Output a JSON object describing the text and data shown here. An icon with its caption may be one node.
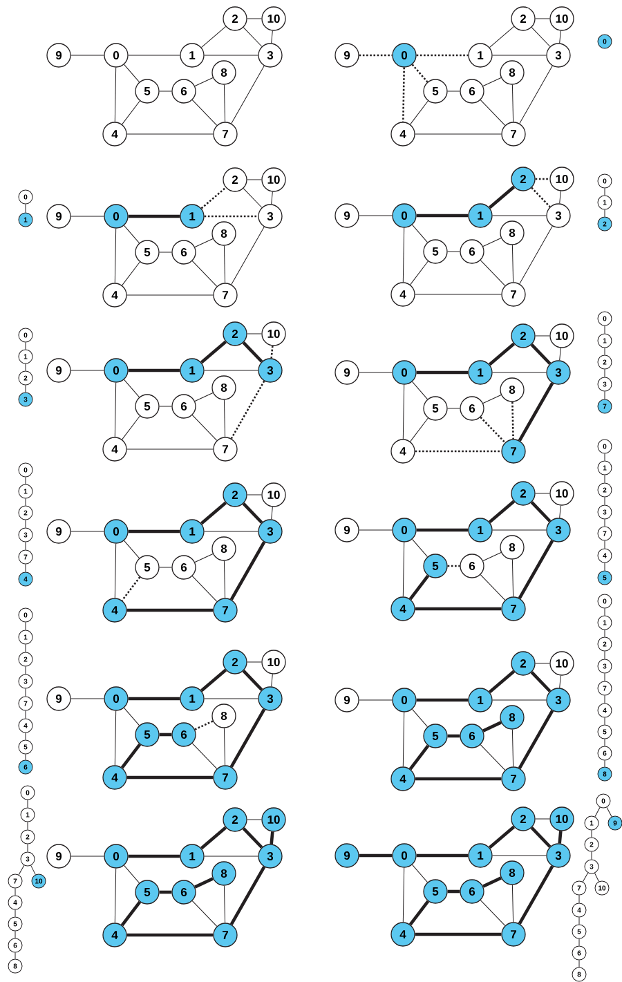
{
  "diagram": {
    "nodes": [
      {
        "text": [
          "2"
        ]
      },
      {
        "text": [
          "10"
        ]
      },
      {
        "text": [
          "9"
        ]
      },
      {
        "text": [
          "0"
        ]
      },
      {
        "text": [
          "1"
        ]
      },
      {
        "text": [
          "3"
        ]
      },
      {
        "text": [
          "8"
        ]
      },
      {
        "text": [
          "5"
        ]
      },
      {
        "text": [
          "6"
        ]
      },
      {
        "text": [
          "4"
        ]
      },
      {
        "text": [
          "7"
        ]
      },
      {
        "text": [
          "2"
        ]
      },
      {
        "text": [
          "10"
        ]
      },
      {
        "text": [
          "9"
        ]
      },
      {
        "text": [
          "0"
        ]
      },
      {
        "text": [
          "1"
        ]
      },
      {
        "text": [
          "3"
        ]
      },
      {
        "text": [
          "8"
        ]
      },
      {
        "text": [
          "5"
        ]
      },
      {
        "text": [
          "6"
        ]
      },
      {
        "text": [
          "4"
        ]
      },
      {
        "text": [
          "7"
        ]
      },
      {
        "text": [
          "0"
        ]
      },
      {
        "text": [
          "2"
        ]
      },
      {
        "text": [
          "10"
        ]
      },
      {
        "text": [
          "9"
        ]
      },
      {
        "text": [
          "0"
        ]
      },
      {
        "text": [
          "1"
        ]
      },
      {
        "text": [
          "3"
        ]
      },
      {
        "text": [
          "8"
        ]
      },
      {
        "text": [
          "5"
        ]
      },
      {
        "text": [
          "6"
        ]
      },
      {
        "text": [
          "4"
        ]
      },
      {
        "text": [
          "7"
        ]
      },
      {
        "text": [
          "0"
        ]
      },
      {
        "text": [
          "1"
        ]
      },
      {
        "text": [
          "2"
        ]
      },
      {
        "text": [
          "10"
        ]
      },
      {
        "text": [
          "9"
        ]
      },
      {
        "text": [
          "0"
        ]
      },
      {
        "text": [
          "1"
        ]
      },
      {
        "text": [
          "3"
        ]
      },
      {
        "text": [
          "8"
        ]
      },
      {
        "text": [
          "5"
        ]
      },
      {
        "text": [
          "6"
        ]
      },
      {
        "text": [
          "4"
        ]
      },
      {
        "text": [
          "7"
        ]
      },
      {
        "text": [
          "0"
        ]
      },
      {
        "text": [
          "1"
        ]
      },
      {
        "text": [
          "2"
        ]
      },
      {
        "text": [
          "2"
        ]
      },
      {
        "text": [
          "10"
        ]
      },
      {
        "text": [
          "9"
        ]
      },
      {
        "text": [
          "0"
        ]
      },
      {
        "text": [
          "1"
        ]
      },
      {
        "text": [
          "3"
        ]
      },
      {
        "text": [
          "8"
        ]
      },
      {
        "text": [
          "5"
        ]
      },
      {
        "text": [
          "6"
        ]
      },
      {
        "text": [
          "4"
        ]
      },
      {
        "text": [
          "7"
        ]
      },
      {
        "text": [
          "0"
        ]
      },
      {
        "text": [
          "1"
        ]
      },
      {
        "text": [
          "2"
        ]
      },
      {
        "text": [
          "3"
        ]
      },
      {
        "text": [
          "2"
        ]
      },
      {
        "text": [
          "10"
        ]
      },
      {
        "text": [
          "9"
        ]
      },
      {
        "text": [
          "0"
        ]
      },
      {
        "text": [
          "1"
        ]
      },
      {
        "text": [
          "3"
        ]
      },
      {
        "text": [
          "8"
        ]
      },
      {
        "text": [
          "5"
        ]
      },
      {
        "text": [
          "6"
        ]
      },
      {
        "text": [
          "4"
        ]
      },
      {
        "text": [
          "7"
        ]
      },
      {
        "text": [
          "0"
        ]
      },
      {
        "text": [
          "1"
        ]
      },
      {
        "text": [
          "2"
        ]
      },
      {
        "text": [
          "3"
        ]
      },
      {
        "text": [
          "7"
        ]
      },
      {
        "text": [
          "2"
        ]
      },
      {
        "text": [
          "10"
        ]
      },
      {
        "text": [
          "9"
        ]
      },
      {
        "text": [
          "0"
        ]
      },
      {
        "text": [
          "1"
        ]
      },
      {
        "text": [
          "3"
        ]
      },
      {
        "text": [
          "8"
        ]
      },
      {
        "text": [
          "5"
        ]
      },
      {
        "text": [
          "6"
        ]
      },
      {
        "text": [
          "4"
        ]
      },
      {
        "text": [
          "7"
        ]
      },
      {
        "text": [
          "0"
        ]
      },
      {
        "text": [
          "1"
        ]
      },
      {
        "text": [
          "2"
        ]
      },
      {
        "text": [
          "3"
        ]
      },
      {
        "text": [
          "7"
        ]
      },
      {
        "text": [
          "4"
        ]
      },
      {
        "text": [
          "2"
        ]
      },
      {
        "text": [
          "10"
        ]
      },
      {
        "text": [
          "9"
        ]
      },
      {
        "text": [
          "0"
        ]
      },
      {
        "text": [
          "1"
        ]
      },
      {
        "text": [
          "3"
        ]
      },
      {
        "text": [
          "8"
        ]
      },
      {
        "text": [
          "5"
        ]
      },
      {
        "text": [
          "6"
        ]
      },
      {
        "text": [
          "4"
        ]
      },
      {
        "text": [
          "7"
        ]
      },
      {
        "text": [
          "0"
        ]
      },
      {
        "text": [
          "1"
        ]
      },
      {
        "text": [
          "2"
        ]
      },
      {
        "text": [
          "3"
        ]
      },
      {
        "text": [
          "7"
        ]
      },
      {
        "text": [
          "4"
        ]
      },
      {
        "text": [
          "5"
        ]
      },
      {
        "text": [
          "2"
        ]
      },
      {
        "text": [
          "10"
        ]
      },
      {
        "text": [
          "9"
        ]
      },
      {
        "text": [
          "0"
        ]
      },
      {
        "text": [
          "1"
        ]
      },
      {
        "text": [
          "3"
        ]
      },
      {
        "text": [
          "8"
        ]
      },
      {
        "text": [
          "5"
        ]
      },
      {
        "text": [
          "6"
        ]
      },
      {
        "text": [
          "4"
        ]
      },
      {
        "text": [
          "7"
        ]
      },
      {
        "text": [
          "0"
        ]
      },
      {
        "text": [
          "1"
        ]
      },
      {
        "text": [
          "2"
        ]
      },
      {
        "text": [
          "3"
        ]
      },
      {
        "text": [
          "7"
        ]
      },
      {
        "text": [
          "4"
        ]
      },
      {
        "text": [
          "5"
        ]
      },
      {
        "text": [
          "6"
        ]
      },
      {
        "text": [
          "2"
        ]
      },
      {
        "text": [
          "10"
        ]
      },
      {
        "text": [
          "9"
        ]
      },
      {
        "text": [
          "0"
        ]
      },
      {
        "text": [
          "1"
        ]
      },
      {
        "text": [
          "3"
        ]
      },
      {
        "text": [
          "8"
        ]
      },
      {
        "text": [
          "5"
        ]
      },
      {
        "text": [
          "6"
        ]
      },
      {
        "text": [
          "4"
        ]
      },
      {
        "text": [
          "7"
        ]
      },
      {
        "text": [
          "0"
        ]
      },
      {
        "text": [
          "1"
        ]
      },
      {
        "text": [
          "2"
        ]
      },
      {
        "text": [
          "3"
        ]
      },
      {
        "text": [
          "7"
        ]
      },
      {
        "text": [
          "4"
        ]
      },
      {
        "text": [
          "5"
        ]
      },
      {
        "text": [
          "6"
        ]
      },
      {
        "text": [
          "8"
        ]
      },
      {
        "text": [
          "2"
        ]
      },
      {
        "text": [
          "10"
        ]
      },
      {
        "text": [
          "9"
        ]
      },
      {
        "text": [
          "0"
        ]
      },
      {
        "text": [
          "1"
        ]
      },
      {
        "text": [
          "3"
        ]
      },
      {
        "text": [
          "8"
        ]
      },
      {
        "text": [
          "5"
        ]
      },
      {
        "text": [
          "6"
        ]
      },
      {
        "text": [
          "4"
        ]
      },
      {
        "text": [
          "7"
        ]
      },
      {
        "text": [
          "0"
        ]
      },
      {
        "text": [
          "1"
        ]
      },
      {
        "text": [
          "2"
        ]
      },
      {
        "text": [
          "3"
        ]
      },
      {
        "text": [
          "7"
        ]
      },
      {
        "text": [
          "10"
        ]
      },
      {
        "text": [
          "4"
        ]
      },
      {
        "text": [
          "5"
        ]
      },
      {
        "text": [
          "6"
        ]
      },
      {
        "text": [
          "8"
        ]
      },
      {
        "text": [
          "2"
        ]
      },
      {
        "text": [
          "10"
        ]
      },
      {
        "text": [
          "9"
        ]
      },
      {
        "text": [
          "0"
        ]
      },
      {
        "text": [
          "1"
        ]
      },
      {
        "text": [
          "3"
        ]
      },
      {
        "text": [
          "8"
        ]
      },
      {
        "text": [
          "5"
        ]
      },
      {
        "text": [
          "6"
        ]
      },
      {
        "text": [
          "4"
        ]
      },
      {
        "text": [
          "7"
        ]
      },
      {
        "text": [
          "0"
        ]
      },
      {
        "text": [
          "1"
        ]
      },
      {
        "text": [
          "9"
        ]
      },
      {
        "text": [
          "2"
        ]
      },
      {
        "text": [
          "3"
        ]
      },
      {
        "text": [
          "7"
        ]
      },
      {
        "text": [
          "10"
        ]
      },
      {
        "text": [
          "4"
        ]
      },
      {
        "text": [
          "5"
        ]
      },
      {
        "text": [
          "6"
        ]
      },
      {
        "text": [
          "8"
        ]
      }
    ],
    "edges": [
      {
        "from": 2,
        "to": 3,
        "arrow": "none"
      },
      {
        "from": 3,
        "to": 4,
        "arrow": "none"
      },
      {
        "from": 3,
        "to": 7,
        "arrow": "none"
      },
      {
        "from": 3,
        "to": 9,
        "arrow": "none"
      },
      {
        "from": 4,
        "to": 0,
        "arrow": "none"
      },
      {
        "from": 4,
        "to": 5,
        "arrow": "none"
      },
      {
        "from": 0,
        "to": 1,
        "arrow": "none"
      },
      {
        "from": 0,
        "to": 5,
        "arrow": "none"
      },
      {
        "from": 1,
        "to": 5,
        "arrow": "none"
      },
      {
        "from": 5,
        "to": 10,
        "arrow": "none"
      },
      {
        "from": 7,
        "to": 8,
        "arrow": "none"
      },
      {
        "from": 7,
        "to": 9,
        "arrow": "none"
      },
      {
        "from": 8,
        "to": 6,
        "arrow": "none"
      },
      {
        "from": 8,
        "to": 10,
        "arrow": "none"
      },
      {
        "from": 6,
        "to": 10,
        "arrow": "none"
      },
      {
        "from": 9,
        "to": 10,
        "arrow": "none"
      },
      {
        "from": 13,
        "to": 14,
        "arrow": "none",
        "style": "dashed"
      },
      {
        "from": 14,
        "to": 15,
        "arrow": "none",
        "style": "dashed"
      },
      {
        "from": 14,
        "to": 18,
        "arrow": "none",
        "style": "dashed"
      },
      {
        "from": 14,
        "to": 20,
        "arrow": "none",
        "style": "dashed"
      },
      {
        "from": 15,
        "to": 11,
        "arrow": "none"
      },
      {
        "from": 15,
        "to": 16,
        "arrow": "none"
      },
      {
        "from": 11,
        "to": 12,
        "arrow": "none"
      },
      {
        "from": 11,
        "to": 16,
        "arrow": "none"
      },
      {
        "from": 12,
        "to": 16,
        "arrow": "none"
      },
      {
        "from": 16,
        "to": 21,
        "arrow": "none"
      },
      {
        "from": 18,
        "to": 19,
        "arrow": "none"
      },
      {
        "from": 18,
        "to": 20,
        "arrow": "none"
      },
      {
        "from": 19,
        "to": 17,
        "arrow": "none"
      },
      {
        "from": 19,
        "to": 21,
        "arrow": "none"
      },
      {
        "from": 17,
        "to": 21,
        "arrow": "none"
      },
      {
        "from": 20,
        "to": 21,
        "arrow": "none"
      },
      {
        "from": 25,
        "to": 26,
        "arrow": "none"
      },
      {
        "from": 26,
        "to": 27,
        "arrow": "none",
        "style": "thick"
      },
      {
        "from": 26,
        "to": 30,
        "arrow": "none"
      },
      {
        "from": 26,
        "to": 32,
        "arrow": "none"
      },
      {
        "from": 27,
        "to": 23,
        "arrow": "none",
        "style": "dashed"
      },
      {
        "from": 27,
        "to": 28,
        "arrow": "none",
        "style": "dashed"
      },
      {
        "from": 23,
        "to": 24,
        "arrow": "none"
      },
      {
        "from": 23,
        "to": 28,
        "arrow": "none"
      },
      {
        "from": 24,
        "to": 28,
        "arrow": "none"
      },
      {
        "from": 28,
        "to": 33,
        "arrow": "none"
      },
      {
        "from": 30,
        "to": 31,
        "arrow": "none"
      },
      {
        "from": 30,
        "to": 32,
        "arrow": "none"
      },
      {
        "from": 31,
        "to": 29,
        "arrow": "none"
      },
      {
        "from": 31,
        "to": 33,
        "arrow": "none"
      },
      {
        "from": 29,
        "to": 33,
        "arrow": "none"
      },
      {
        "from": 32,
        "to": 33,
        "arrow": "none"
      },
      {
        "from": 38,
        "to": 39,
        "arrow": "none"
      },
      {
        "from": 39,
        "to": 40,
        "arrow": "none",
        "style": "thick"
      },
      {
        "from": 39,
        "to": 43,
        "arrow": "none"
      },
      {
        "from": 39,
        "to": 45,
        "arrow": "none"
      },
      {
        "from": 40,
        "to": 36,
        "arrow": "none",
        "style": "thick"
      },
      {
        "from": 40,
        "to": 41,
        "arrow": "none"
      },
      {
        "from": 36,
        "to": 37,
        "arrow": "none",
        "style": "dashed"
      },
      {
        "from": 36,
        "to": 41,
        "arrow": "none",
        "style": "dashed"
      },
      {
        "from": 37,
        "to": 41,
        "arrow": "none"
      },
      {
        "from": 41,
        "to": 46,
        "arrow": "none"
      },
      {
        "from": 43,
        "to": 44,
        "arrow": "none"
      },
      {
        "from": 43,
        "to": 45,
        "arrow": "none"
      },
      {
        "from": 44,
        "to": 42,
        "arrow": "none"
      },
      {
        "from": 44,
        "to": 46,
        "arrow": "none"
      },
      {
        "from": 42,
        "to": 46,
        "arrow": "none"
      },
      {
        "from": 45,
        "to": 46,
        "arrow": "none"
      },
      {
        "from": 52,
        "to": 53,
        "arrow": "none"
      },
      {
        "from": 53,
        "to": 54,
        "arrow": "none",
        "style": "thick"
      },
      {
        "from": 53,
        "to": 57,
        "arrow": "none"
      },
      {
        "from": 53,
        "to": 59,
        "arrow": "none"
      },
      {
        "from": 54,
        "to": 50,
        "arrow": "none",
        "style": "thick"
      },
      {
        "from": 54,
        "to": 55,
        "arrow": "none"
      },
      {
        "from": 50,
        "to": 51,
        "arrow": "none"
      },
      {
        "from": 50,
        "to": 55,
        "arrow": "none",
        "style": "thick"
      },
      {
        "from": 51,
        "to": 55,
        "arrow": "none",
        "style": "dashed"
      },
      {
        "from": 55,
        "to": 60,
        "arrow": "none",
        "style": "dashed"
      },
      {
        "from": 57,
        "to": 58,
        "arrow": "none"
      },
      {
        "from": 57,
        "to": 59,
        "arrow": "none"
      },
      {
        "from": 58,
        "to": 56,
        "arrow": "none"
      },
      {
        "from": 58,
        "to": 60,
        "arrow": "none"
      },
      {
        "from": 56,
        "to": 60,
        "arrow": "none"
      },
      {
        "from": 59,
        "to": 60,
        "arrow": "none"
      },
      {
        "from": 67,
        "to": 68,
        "arrow": "none"
      },
      {
        "from": 68,
        "to": 69,
        "arrow": "none",
        "style": "thick"
      },
      {
        "from": 68,
        "to": 72,
        "arrow": "none"
      },
      {
        "from": 68,
        "to": 74,
        "arrow": "none"
      },
      {
        "from": 69,
        "to": 65,
        "arrow": "none",
        "style": "thick"
      },
      {
        "from": 69,
        "to": 70,
        "arrow": "none"
      },
      {
        "from": 65,
        "to": 66,
        "arrow": "none"
      },
      {
        "from": 65,
        "to": 70,
        "arrow": "none",
        "style": "thick"
      },
      {
        "from": 66,
        "to": 70,
        "arrow": "none"
      },
      {
        "from": 70,
        "to": 75,
        "arrow": "none",
        "style": "thick"
      },
      {
        "from": 72,
        "to": 73,
        "arrow": "none"
      },
      {
        "from": 72,
        "to": 74,
        "arrow": "none"
      },
      {
        "from": 73,
        "to": 71,
        "arrow": "none"
      },
      {
        "from": 73,
        "to": 75,
        "arrow": "none",
        "style": "dashed"
      },
      {
        "from": 71,
        "to": 75,
        "arrow": "none",
        "style": "dashed"
      },
      {
        "from": 74,
        "to": 75,
        "arrow": "none",
        "style": "dashed"
      },
      {
        "from": 83,
        "to": 84,
        "arrow": "none"
      },
      {
        "from": 84,
        "to": 85,
        "arrow": "none",
        "style": "thick"
      },
      {
        "from": 84,
        "to": 88,
        "arrow": "none"
      },
      {
        "from": 84,
        "to": 90,
        "arrow": "none"
      },
      {
        "from": 85,
        "to": 81,
        "arrow": "none",
        "style": "thick"
      },
      {
        "from": 85,
        "to": 86,
        "arrow": "none"
      },
      {
        "from": 81,
        "to": 82,
        "arrow": "none"
      },
      {
        "from": 81,
        "to": 86,
        "arrow": "none",
        "style": "thick"
      },
      {
        "from": 82,
        "to": 86,
        "arrow": "none"
      },
      {
        "from": 86,
        "to": 91,
        "arrow": "none",
        "style": "thick"
      },
      {
        "from": 88,
        "to": 89,
        "arrow": "none"
      },
      {
        "from": 88,
        "to": 90,
        "arrow": "none",
        "style": "dashed"
      },
      {
        "from": 89,
        "to": 87,
        "arrow": "none"
      },
      {
        "from": 89,
        "to": 91,
        "arrow": "none"
      },
      {
        "from": 87,
        "to": 91,
        "arrow": "none"
      },
      {
        "from": 90,
        "to": 91,
        "arrow": "none",
        "style": "thick"
      },
      {
        "from": 100,
        "to": 101,
        "arrow": "none"
      },
      {
        "from": 101,
        "to": 102,
        "arrow": "none",
        "style": "thick"
      },
      {
        "from": 101,
        "to": 105,
        "arrow": "none"
      },
      {
        "from": 101,
        "to": 107,
        "arrow": "none"
      },
      {
        "from": 102,
        "to": 98,
        "arrow": "none",
        "style": "thick"
      },
      {
        "from": 102,
        "to": 103,
        "arrow": "none"
      },
      {
        "from": 98,
        "to": 99,
        "arrow": "none"
      },
      {
        "from": 98,
        "to": 103,
        "arrow": "none",
        "style": "thick"
      },
      {
        "from": 99,
        "to": 103,
        "arrow": "none"
      },
      {
        "from": 103,
        "to": 108,
        "arrow": "none",
        "style": "thick"
      },
      {
        "from": 105,
        "to": 106,
        "arrow": "none",
        "style": "dashed"
      },
      {
        "from": 105,
        "to": 107,
        "arrow": "none",
        "style": "thick"
      },
      {
        "from": 106,
        "to": 104,
        "arrow": "none"
      },
      {
        "from": 106,
        "to": 108,
        "arrow": "none"
      },
      {
        "from": 104,
        "to": 108,
        "arrow": "none"
      },
      {
        "from": 107,
        "to": 108,
        "arrow": "none",
        "style": "thick"
      },
      {
        "from": 118,
        "to": 119,
        "arrow": "none"
      },
      {
        "from": 119,
        "to": 120,
        "arrow": "none",
        "style": "thick"
      },
      {
        "from": 119,
        "to": 123,
        "arrow": "none"
      },
      {
        "from": 119,
        "to": 125,
        "arrow": "none"
      },
      {
        "from": 120,
        "to": 116,
        "arrow": "none",
        "style": "thick"
      },
      {
        "from": 120,
        "to": 121,
        "arrow": "none"
      },
      {
        "from": 116,
        "to": 117,
        "arrow": "none"
      },
      {
        "from": 116,
        "to": 121,
        "arrow": "none",
        "style": "thick"
      },
      {
        "from": 117,
        "to": 121,
        "arrow": "none"
      },
      {
        "from": 121,
        "to": 126,
        "arrow": "none",
        "style": "thick"
      },
      {
        "from": 123,
        "to": 124,
        "arrow": "none",
        "style": "thick"
      },
      {
        "from": 123,
        "to": 125,
        "arrow": "none",
        "style": "thick"
      },
      {
        "from": 124,
        "to": 122,
        "arrow": "none",
        "style": "dashed"
      },
      {
        "from": 124,
        "to": 126,
        "arrow": "none"
      },
      {
        "from": 122,
        "to": 126,
        "arrow": "none"
      },
      {
        "from": 125,
        "to": 126,
        "arrow": "none",
        "style": "thick"
      },
      {
        "from": 137,
        "to": 138,
        "arrow": "none"
      },
      {
        "from": 138,
        "to": 139,
        "arrow": "none",
        "style": "thick"
      },
      {
        "from": 138,
        "to": 142,
        "arrow": "none"
      },
      {
        "from": 138,
        "to": 144,
        "arrow": "none"
      },
      {
        "from": 139,
        "to": 135,
        "arrow": "none",
        "style": "thick"
      },
      {
        "from": 139,
        "to": 140,
        "arrow": "none"
      },
      {
        "from": 135,
        "to": 136,
        "arrow": "none"
      },
      {
        "from": 135,
        "to": 140,
        "arrow": "none",
        "style": "thick"
      },
      {
        "from": 136,
        "to": 140,
        "arrow": "none"
      },
      {
        "from": 140,
        "to": 145,
        "arrow": "none",
        "style": "thick"
      },
      {
        "from": 142,
        "to": 143,
        "arrow": "none",
        "style": "thick"
      },
      {
        "from": 142,
        "to": 144,
        "arrow": "none",
        "style": "thick"
      },
      {
        "from": 143,
        "to": 141,
        "arrow": "none",
        "style": "thick"
      },
      {
        "from": 143,
        "to": 145,
        "arrow": "none"
      },
      {
        "from": 141,
        "to": 145,
        "arrow": "none"
      },
      {
        "from": 144,
        "to": 145,
        "arrow": "none",
        "style": "thick"
      },
      {
        "from": 157,
        "to": 158,
        "arrow": "none"
      },
      {
        "from": 158,
        "to": 159,
        "arrow": "none",
        "style": "thick"
      },
      {
        "from": 158,
        "to": 162,
        "arrow": "none"
      },
      {
        "from": 158,
        "to": 164,
        "arrow": "none"
      },
      {
        "from": 159,
        "to": 155,
        "arrow": "none",
        "style": "thick"
      },
      {
        "from": 159,
        "to": 160,
        "arrow": "none"
      },
      {
        "from": 155,
        "to": 156,
        "arrow": "none"
      },
      {
        "from": 155,
        "to": 160,
        "arrow": "none",
        "style": "thick"
      },
      {
        "from": 156,
        "to": 160,
        "arrow": "none",
        "style": "thick"
      },
      {
        "from": 160,
        "to": 165,
        "arrow": "none",
        "style": "thick"
      },
      {
        "from": 162,
        "to": 163,
        "arrow": "none",
        "style": "thick"
      },
      {
        "from": 162,
        "to": 164,
        "arrow": "none",
        "style": "thick"
      },
      {
        "from": 163,
        "to": 161,
        "arrow": "none",
        "style": "thick"
      },
      {
        "from": 163,
        "to": 165,
        "arrow": "none"
      },
      {
        "from": 161,
        "to": 165,
        "arrow": "none"
      },
      {
        "from": 164,
        "to": 165,
        "arrow": "none",
        "style": "thick"
      },
      {
        "from": 178,
        "to": 179,
        "arrow": "none",
        "style": "thick"
      },
      {
        "from": 179,
        "to": 180,
        "arrow": "none",
        "style": "thick"
      },
      {
        "from": 179,
        "to": 183,
        "arrow": "none"
      },
      {
        "from": 179,
        "to": 185,
        "arrow": "none"
      },
      {
        "from": 180,
        "to": 176,
        "arrow": "none",
        "style": "thick"
      },
      {
        "from": 180,
        "to": 181,
        "arrow": "none"
      },
      {
        "from": 176,
        "to": 177,
        "arrow": "none"
      },
      {
        "from": 176,
        "to": 181,
        "arrow": "none",
        "style": "thick"
      },
      {
        "from": 177,
        "to": 181,
        "arrow": "none",
        "style": "thick"
      },
      {
        "from": 181,
        "to": 186,
        "arrow": "none",
        "style": "thick"
      },
      {
        "from": 183,
        "to": 184,
        "arrow": "none",
        "style": "thick"
      },
      {
        "from": 183,
        "to": 185,
        "arrow": "none",
        "style": "thick"
      },
      {
        "from": 184,
        "to": 182,
        "arrow": "none",
        "style": "thick"
      },
      {
        "from": 184,
        "to": 186,
        "arrow": "none"
      },
      {
        "from": 182,
        "to": 186,
        "arrow": "none"
      },
      {
        "from": 185,
        "to": 186,
        "arrow": "none",
        "style": "thick"
      },
      {
        "from": 34,
        "to": 35,
        "arrow": "none"
      },
      {
        "from": 47,
        "to": 48,
        "arrow": "none"
      },
      {
        "from": 48,
        "to": 49,
        "arrow": "none"
      },
      {
        "from": 61,
        "to": 62,
        "arrow": "none"
      },
      {
        "from": 62,
        "to": 63,
        "arrow": "none"
      },
      {
        "from": 63,
        "to": 64,
        "arrow": "none"
      },
      {
        "from": 76,
        "to": 77,
        "arrow": "none"
      },
      {
        "from": 77,
        "to": 78,
        "arrow": "none"
      },
      {
        "from": 78,
        "to": 79,
        "arrow": "none"
      },
      {
        "from": 79,
        "to": 80,
        "arrow": "none"
      },
      {
        "from": 92,
        "to": 93,
        "arrow": "none"
      },
      {
        "from": 93,
        "to": 94,
        "arrow": "none"
      },
      {
        "from": 94,
        "to": 95,
        "arrow": "none"
      },
      {
        "from": 95,
        "to": 96,
        "arrow": "none"
      },
      {
        "from": 96,
        "to": 97,
        "arrow": "none"
      },
      {
        "from": 109,
        "to": 110,
        "arrow": "none"
      },
      {
        "from": 110,
        "to": 111,
        "arrow": "none"
      },
      {
        "from": 111,
        "to": 112,
        "arrow": "none"
      },
      {
        "from": 112,
        "to": 113,
        "arrow": "none"
      },
      {
        "from": 113,
        "to": 114,
        "arrow": "none"
      },
      {
        "from": 114,
        "to": 115,
        "arrow": "none"
      },
      {
        "from": 127,
        "to": 128,
        "arrow": "none"
      },
      {
        "from": 128,
        "to": 129,
        "arrow": "none"
      },
      {
        "from": 129,
        "to": 130,
        "arrow": "none"
      },
      {
        "from": 130,
        "to": 131,
        "arrow": "none"
      },
      {
        "from": 131,
        "to": 132,
        "arrow": "none"
      },
      {
        "from": 132,
        "to": 133,
        "arrow": "none"
      },
      {
        "from": 133,
        "to": 134,
        "arrow": "none"
      },
      {
        "from": 146,
        "to": 147,
        "arrow": "none"
      },
      {
        "from": 147,
        "to": 148,
        "arrow": "none"
      },
      {
        "from": 148,
        "to": 149,
        "arrow": "none"
      },
      {
        "from": 149,
        "to": 150,
        "arrow": "none"
      },
      {
        "from": 150,
        "to": 151,
        "arrow": "none"
      },
      {
        "from": 151,
        "to": 152,
        "arrow": "none"
      },
      {
        "from": 152,
        "to": 153,
        "arrow": "none"
      },
      {
        "from": 153,
        "to": 154,
        "arrow": "none"
      },
      {
        "from": 166,
        "to": 167,
        "arrow": "none"
      },
      {
        "from": 167,
        "to": 168,
        "arrow": "none"
      },
      {
        "from": 168,
        "to": 169,
        "arrow": "none"
      },
      {
        "from": 169,
        "to": 170,
        "arrow": "none"
      },
      {
        "from": 169,
        "to": 171,
        "arrow": "none"
      },
      {
        "from": 170,
        "to": 172,
        "arrow": "none"
      },
      {
        "from": 172,
        "to": 173,
        "arrow": "none"
      },
      {
        "from": 173,
        "to": 174,
        "arrow": "none"
      },
      {
        "from": 174,
        "to": 175,
        "arrow": "none"
      },
      {
        "from": 187,
        "to": 188,
        "arrow": "none"
      },
      {
        "from": 187,
        "to": 189,
        "arrow": "none"
      },
      {
        "from": 188,
        "to": 190,
        "arrow": "none"
      },
      {
        "from": 190,
        "to": 191,
        "arrow": "none"
      },
      {
        "from": 191,
        "to": 192,
        "arrow": "none"
      },
      {
        "from": 191,
        "to": 193,
        "arrow": "none"
      },
      {
        "from": 192,
        "to": 194,
        "arrow": "none"
      },
      {
        "from": 194,
        "to": 195,
        "arrow": "none"
      },
      {
        "from": 195,
        "to": 196,
        "arrow": "none"
      },
      {
        "from": 196,
        "to": 197,
        "arrow": "none"
      }
    ]
  }
}
